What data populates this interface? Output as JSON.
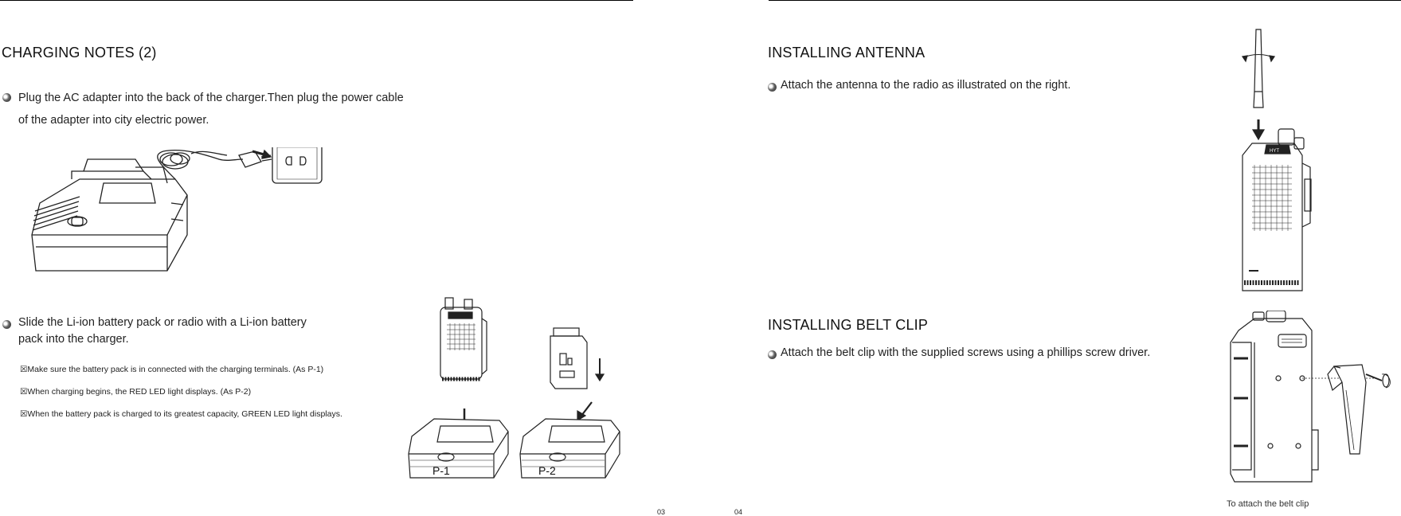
{
  "left_page": {
    "heading": "CHARGING NOTES (2)",
    "step1_line1": "Plug the AC adapter into the back of the charger.Then plug the power cable",
    "step1_line2": "of the adapter into city electric power.",
    "step2_line1": "Slide the Li-ion battery pack or radio with a Li-ion battery",
    "step2_line2": "pack into the charger.",
    "notes": [
      "☒Make sure the battery pack is in connected with the  charging terminals. (As P-1)",
      "☒When charging begins, the RED LED light displays. (As P-2)",
      "☒When the battery pack is charged to its greatest capacity, GREEN LED light displays."
    ],
    "figure_labels": [
      "P-1",
      "P-2"
    ],
    "page_number": "03"
  },
  "right_page": {
    "heading_antenna": "INSTALLING ANTENNA",
    "antenna_text": "Attach the antenna to the radio as illustrated on the right.",
    "heading_clip": "INSTALLING BELT CLIP",
    "clip_text": "Attach the belt clip with the supplied screws using a phillips screw driver.",
    "clip_caption": "To attach the belt clip",
    "page_number": "04",
    "radio_brand": "HYT"
  }
}
